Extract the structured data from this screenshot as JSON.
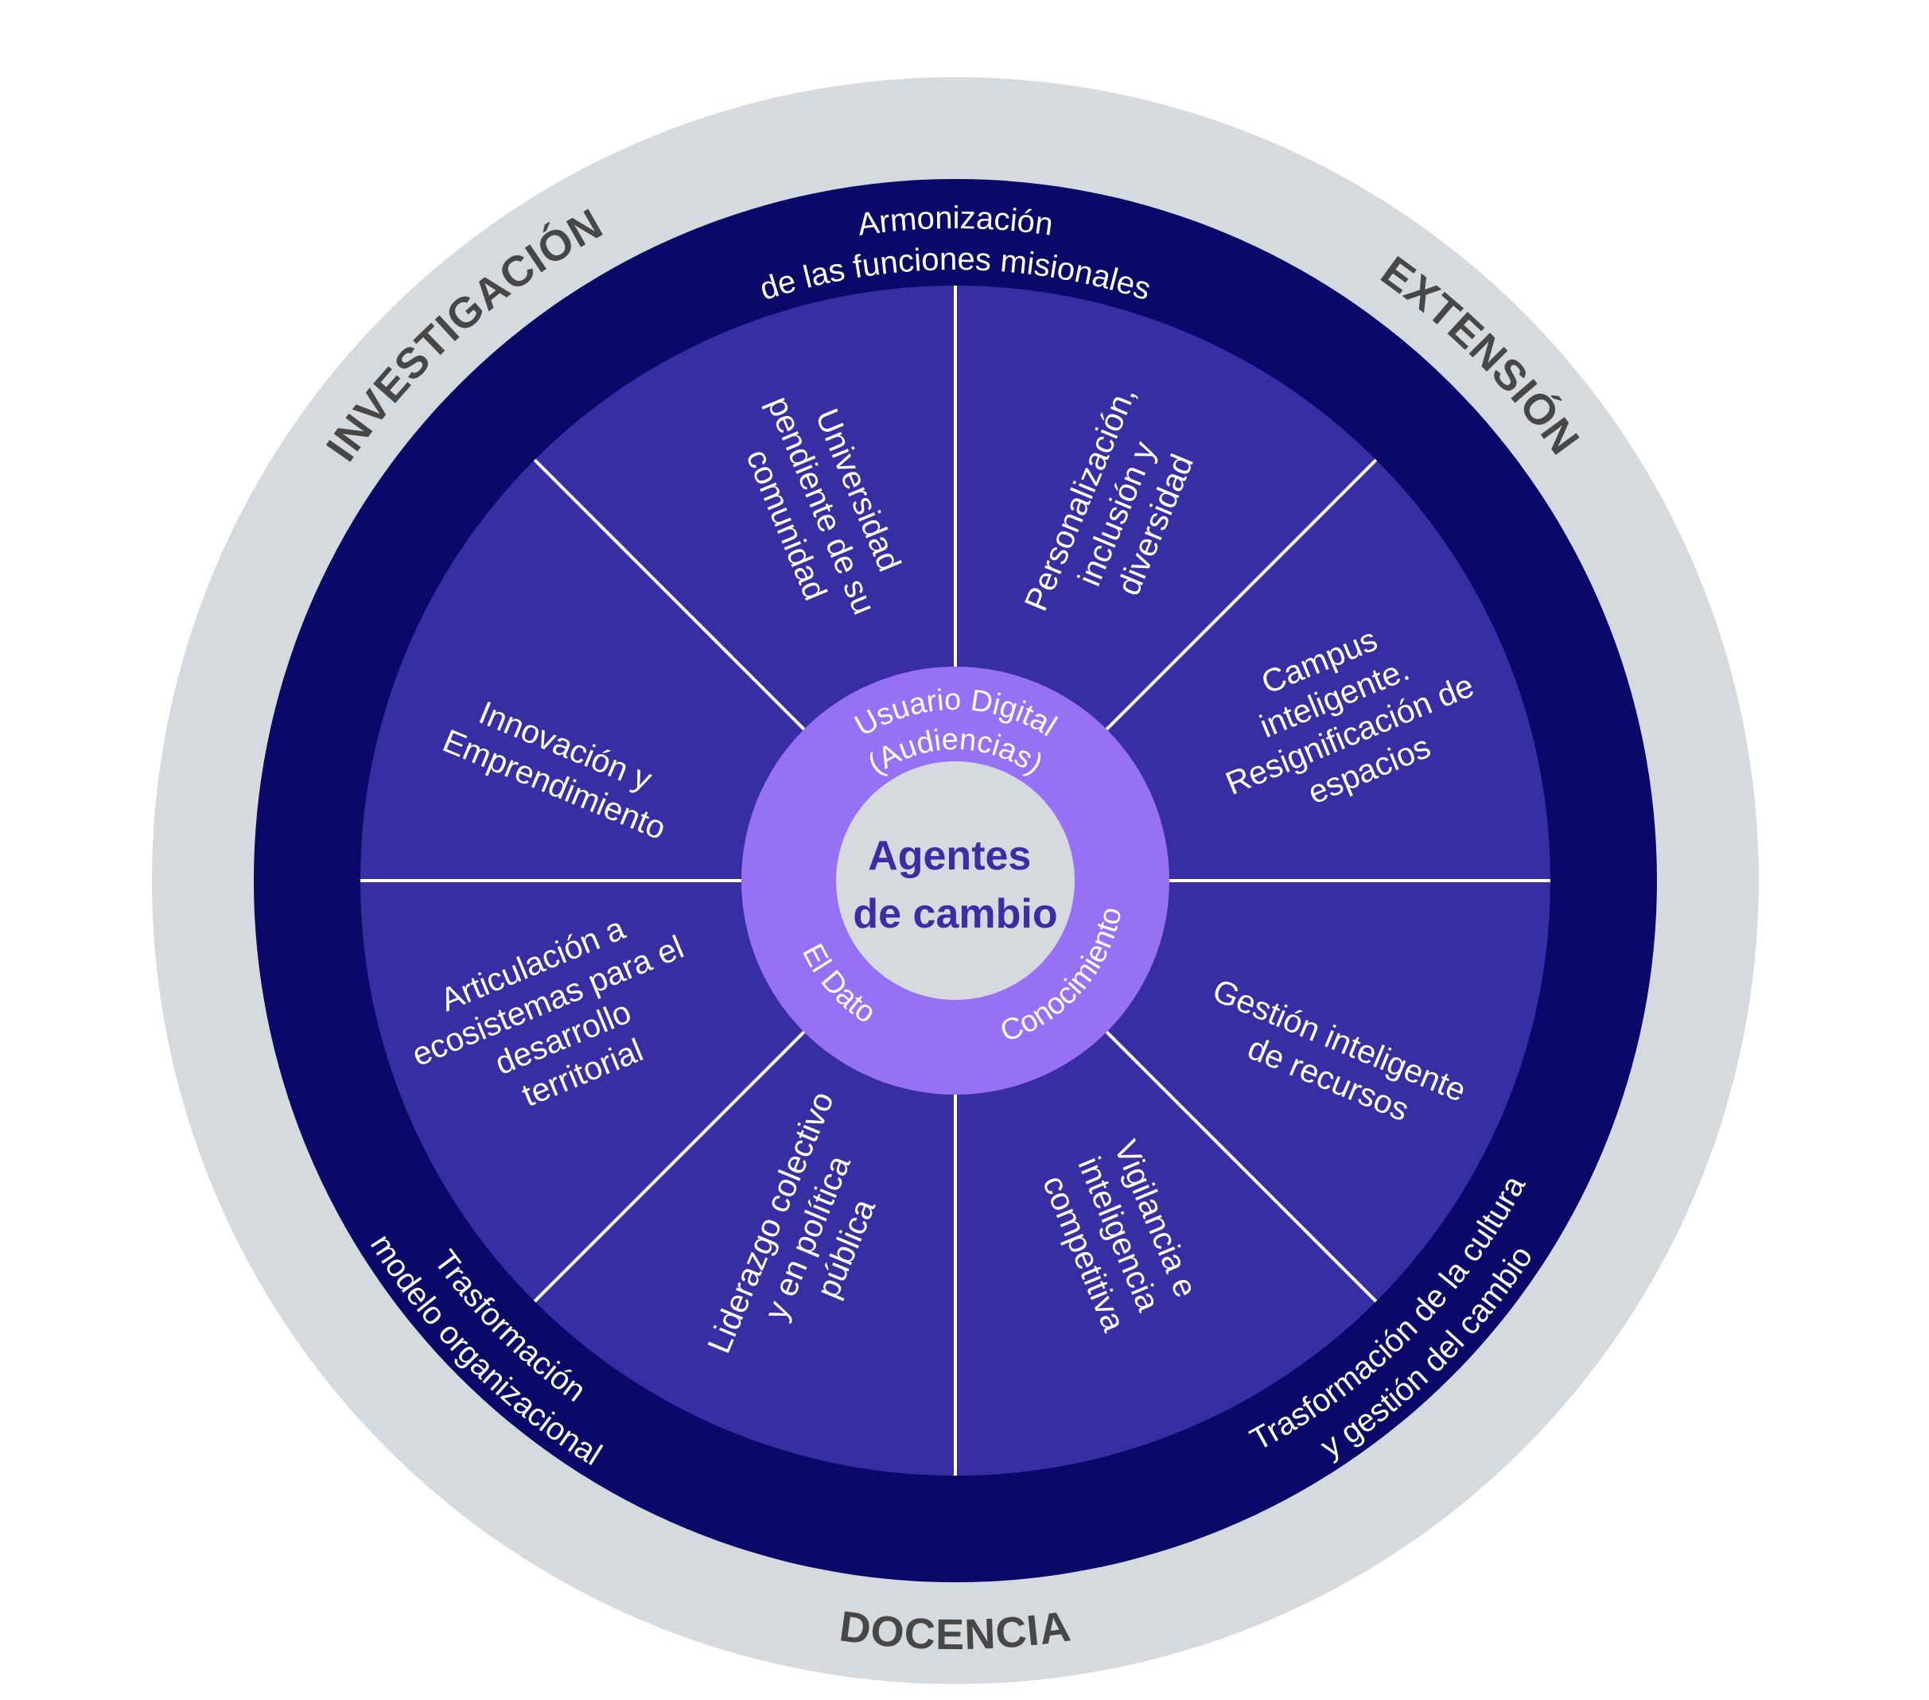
{
  "diagram": {
    "outer_ring": {
      "top_left": "INVESTIGACIÓN",
      "top_right": "EXTENSIÓN",
      "bottom": "DOCENCIA"
    },
    "middle_ring": {
      "top": [
        "Armonización",
        "de las funciones misionales"
      ],
      "bottom_left": [
        "Trasformación",
        "modelo organizacional"
      ],
      "bottom_right": [
        "Trasformación de la cultura",
        "y gestión del cambio"
      ]
    },
    "sectors": [
      {
        "lines": [
          "Universidad",
          "pendiente de su",
          "comunidad"
        ]
      },
      {
        "lines": [
          "Personalización,",
          "inclusión y",
          "diversidad"
        ]
      },
      {
        "lines": [
          "Campus",
          "inteligente.",
          "Resignificación de",
          "espacios"
        ]
      },
      {
        "lines": [
          "Gestión inteligente",
          "de recursos"
        ]
      },
      {
        "lines": [
          "Vigilancia e",
          "inteligencia",
          "competitiva"
        ]
      },
      {
        "lines": [
          "Liderazgo colectivo",
          "y en política",
          "pública"
        ]
      },
      {
        "lines": [
          "Articulación a",
          "ecosistemas para el",
          "desarrollo",
          "territorial"
        ]
      },
      {
        "lines": [
          "Innovación y",
          "Emprendimiento"
        ]
      }
    ],
    "inner_ring": {
      "top": [
        "Usuario Digital",
        "(Audiencias)"
      ],
      "bottom_left": "El Dato",
      "bottom_right": "Conocimiento"
    },
    "center": [
      "Agentes",
      "de cambio"
    ]
  },
  "colors": {
    "outer_ring": "#d5dadf",
    "middle_ring": "#0a0869",
    "sectors": "#372ea4",
    "inner_ring": "#9670f5",
    "center_disc": "#d5dadf",
    "center_text": "#3a2ea5",
    "outer_text": "#474747",
    "divider": "#ffffff"
  }
}
